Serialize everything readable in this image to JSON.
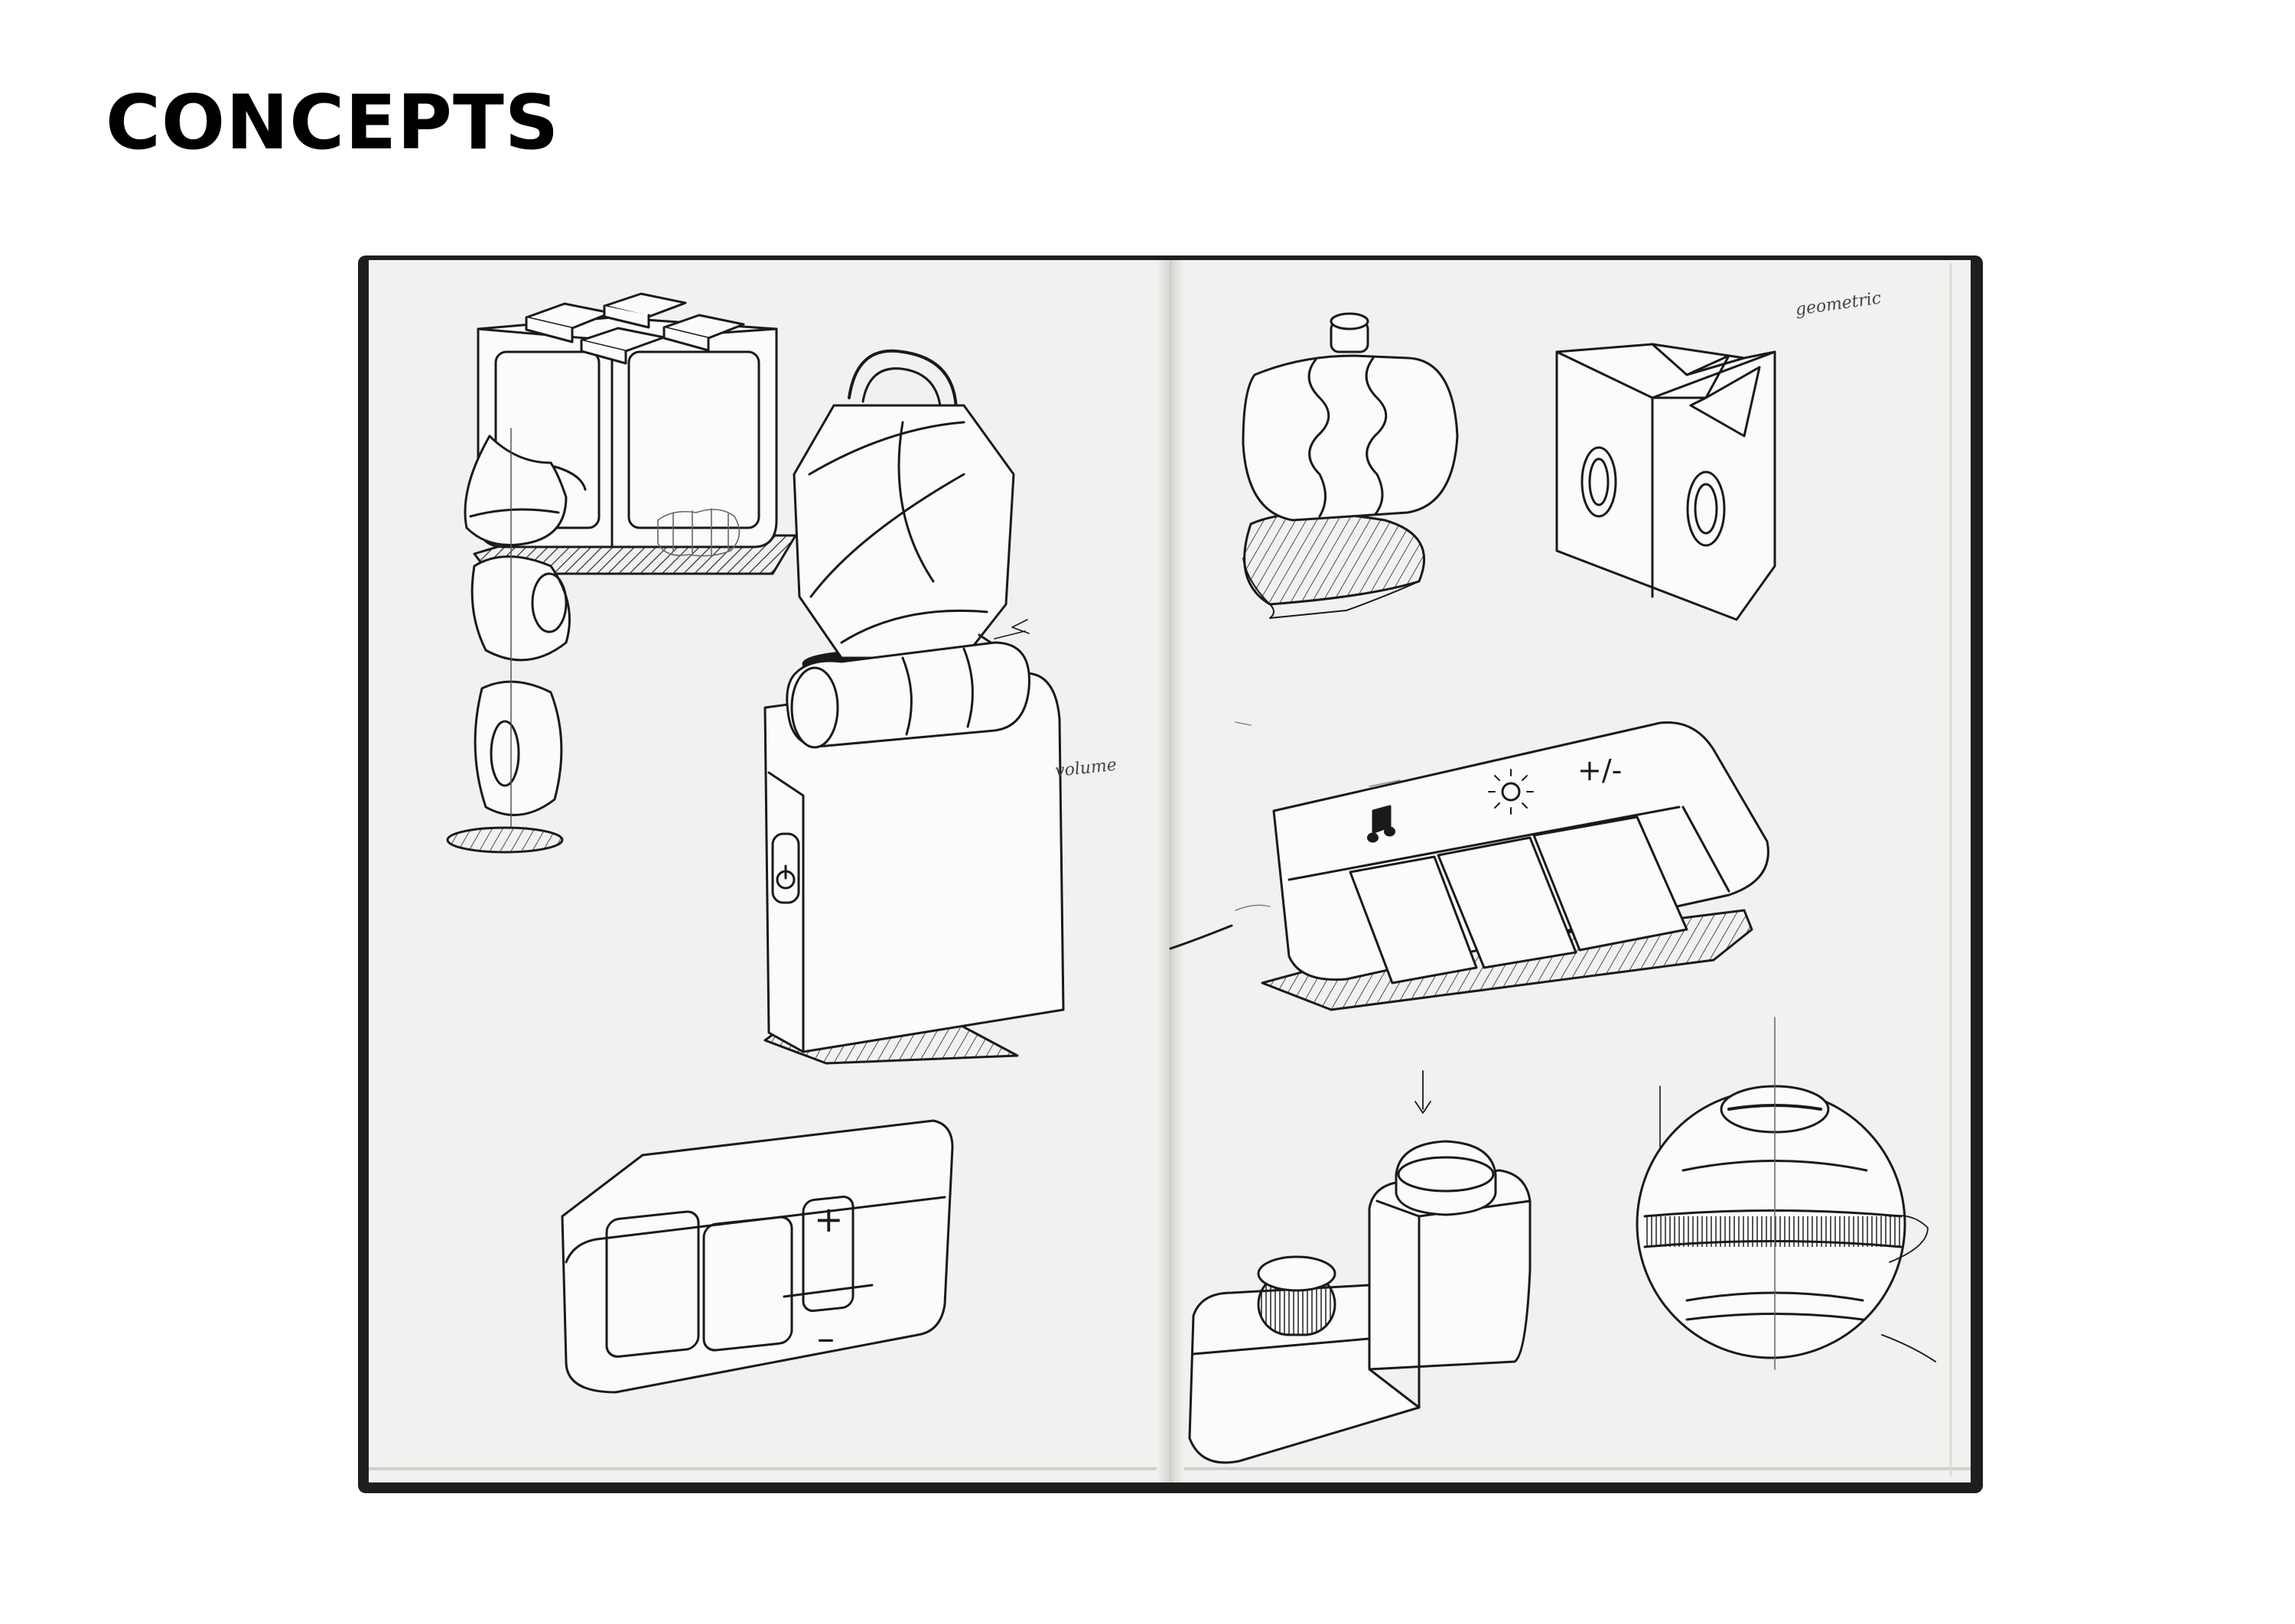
{
  "page": {
    "title": "CONCEPTS"
  },
  "sketchbook": {
    "annotations": {
      "geometric": "geometric",
      "volume": "volume",
      "plus_minus": "+/-",
      "plus": "+",
      "minus": "–"
    }
  },
  "colors": {
    "background": "#ffffff",
    "title": "#000000",
    "paper": "#f1f1ef",
    "cover": "#1e1e1e",
    "ink": "#1a1a1a"
  },
  "icons": [
    "music-note-icon",
    "sun-icon",
    "power-icon"
  ]
}
